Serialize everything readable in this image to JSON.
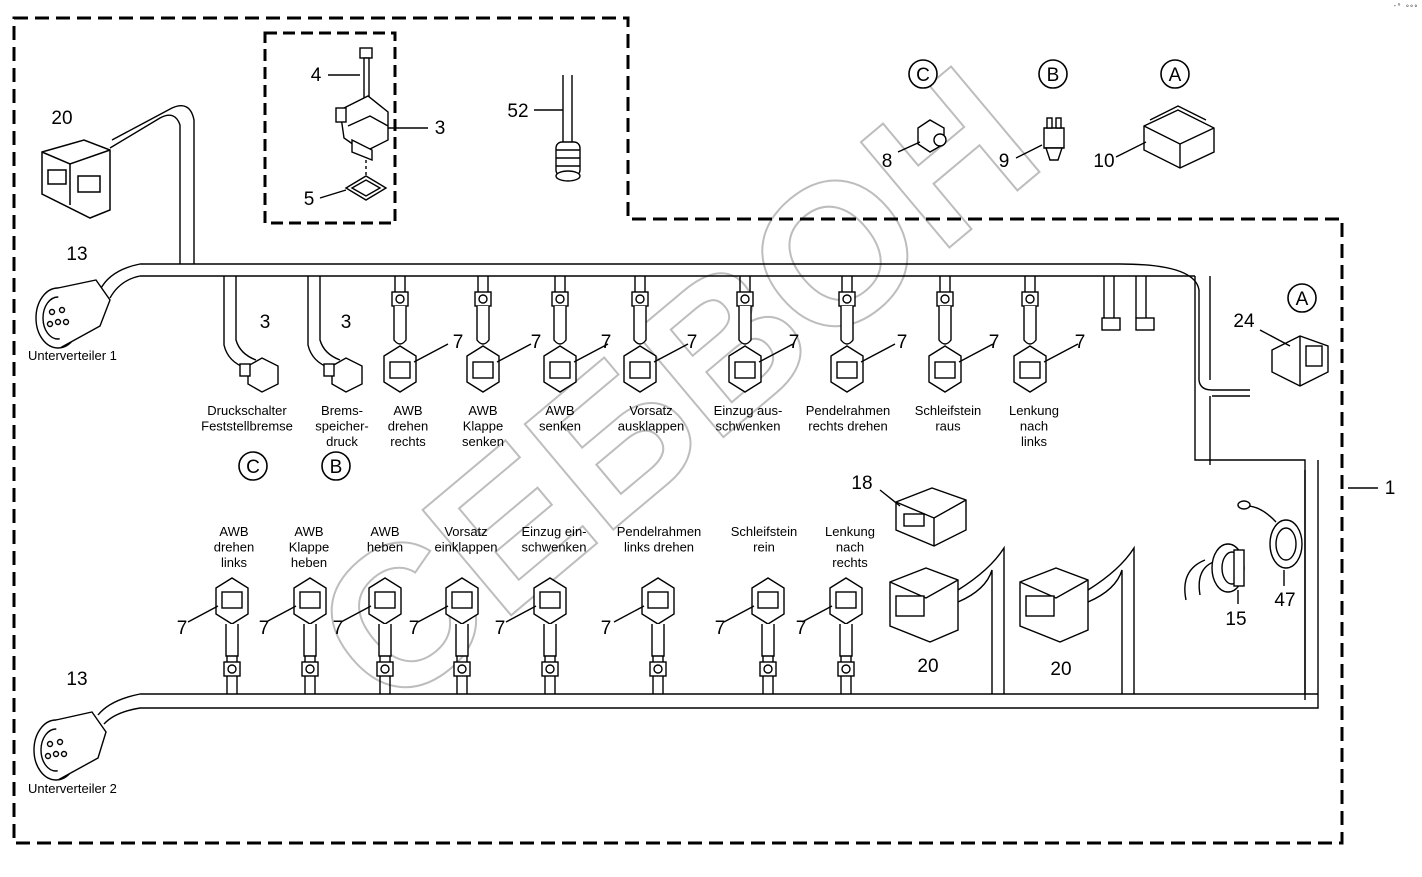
{
  "corner_mark": "-ᴳ ∘∘∘",
  "watermark": "СЕБВОН",
  "callouts": {
    "n1": "1",
    "n3a": "3",
    "n3b": "3",
    "n3c": "3",
    "n4": "4",
    "n5": "5",
    "n8": "8",
    "n9": "9",
    "n10": "10",
    "n13a": "13",
    "n13b": "13",
    "n15": "15",
    "n18": "18",
    "n20a": "20",
    "n20b": "20",
    "n20c": "20",
    "n24": "24",
    "n47": "47",
    "n52": "52",
    "n7": "7"
  },
  "circle_refs": {
    "a": "A",
    "b": "B",
    "c": "C"
  },
  "unterverteiler": [
    "Unterverteiler 1",
    "Unterverteiler 2"
  ],
  "upper_labels": [
    [
      "Druckschalter",
      "Feststellbremse"
    ],
    [
      "Brems-",
      "speicher-",
      "druck"
    ],
    [
      "AWB",
      "drehen",
      "rechts"
    ],
    [
      "AWB",
      "Klappe",
      "senken"
    ],
    [
      "AWB",
      "senken"
    ],
    [
      "Vorsatz",
      "ausklappen"
    ],
    [
      "Einzug aus-",
      "schwenken"
    ],
    [
      "Pendelrahmen",
      "rechts drehen"
    ],
    [
      "Schleifstein",
      "raus"
    ],
    [
      "Lenkung",
      "nach",
      "links"
    ]
  ],
  "lower_labels": [
    [
      "AWB",
      "drehen",
      "links"
    ],
    [
      "AWB",
      "Klappe",
      "heben"
    ],
    [
      "AWB",
      "heben"
    ],
    [
      "Vorsatz",
      "einklappen"
    ],
    [
      "Einzug ein-",
      "schwenken"
    ],
    [
      "Pendelrahmen",
      "links drehen"
    ],
    [
      "Schleifstein",
      "rein"
    ],
    [
      "Lenkung",
      "nach",
      "rechts"
    ]
  ],
  "colors": {
    "line": "#000000",
    "bg": "#ffffff",
    "watermark": "#c8c8c8"
  }
}
